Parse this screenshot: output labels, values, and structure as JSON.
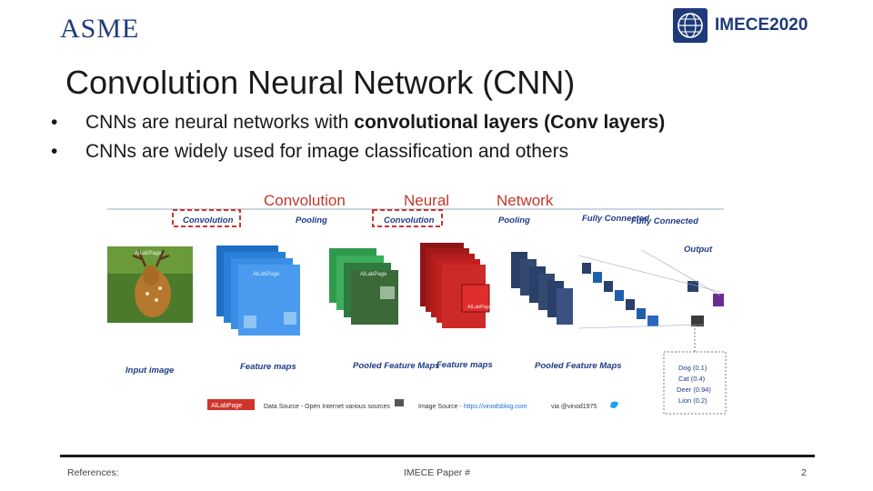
{
  "header": {
    "left_logo_text": "ASME",
    "right_logo_text": "IMECE2020"
  },
  "slide": {
    "title": "Convolution Neural Network (CNN)",
    "bullets": [
      {
        "marker": "•",
        "prefix": "CNNs are neural networks with ",
        "bold": "convolutional layers (Conv layers)"
      },
      {
        "marker": "•",
        "prefix": "CNNs are widely used for image classification and others",
        "bold": ""
      }
    ]
  },
  "figure": {
    "heading": {
      "word1": "Convolution",
      "word2": "Neural",
      "word3": "Network"
    },
    "stage_labels": {
      "conv1": "Convolution",
      "pool1": "Pooling",
      "conv2": "Convolution",
      "pool2": "Pooling",
      "fc1": "Fully Connected",
      "fc2": "Fully Connected",
      "output": "Output"
    },
    "bottom_labels": {
      "input": "Input image",
      "feature_maps_1": "Feature maps",
      "pooled_1": "Pooled Feature Maps",
      "feature_maps_2": "Feature maps",
      "pooled_2": "Pooled Feature Maps"
    },
    "watermark": "AlLabPage",
    "outputs": [
      "Dog (0.1)",
      "Cat (0.4)",
      "Deer (0.94)",
      "Lion (0.2)"
    ],
    "source_bar": {
      "badge": "AlLabPage",
      "data_source": "Data Source - Open Internet various sources",
      "image_source_prefix": "Image Source - ",
      "image_source_link": "https://vinodsblog.com",
      "via": "via @vinod1975"
    },
    "colors": {
      "heading_red": "#c0392b",
      "heading_blue": "#2c3e7a",
      "label_blue": "#1f3c88",
      "dash_red": "#d0342c",
      "conv1_blue": "#3a8ee6",
      "pool1_green": "#3fae5c",
      "conv2_red": "#c0201f",
      "pool2_navy": "#2b3f6b",
      "output_purple": "#6a2c91"
    }
  },
  "footer": {
    "references": "References:",
    "paper": "IMECE Paper #",
    "page": "2"
  }
}
